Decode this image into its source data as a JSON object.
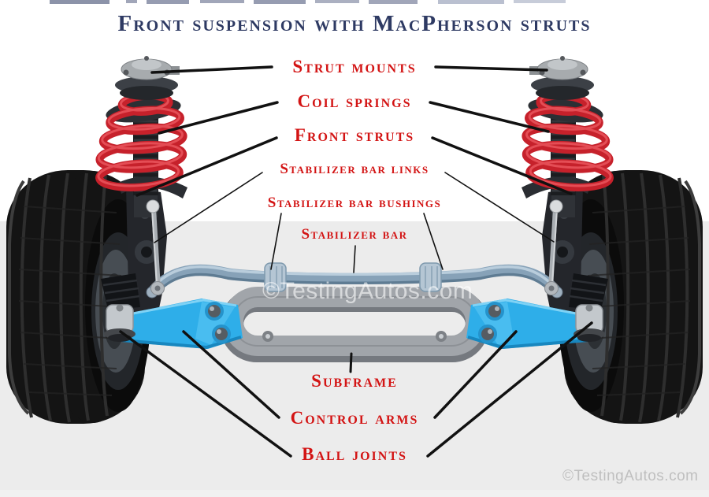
{
  "title": "Front suspension with MacPherson struts",
  "labels": {
    "strut_mounts": "Strut mounts",
    "coil_springs": "Coil springs",
    "front_struts": "Front struts",
    "stabilizer_bar_links": "Stabilizer bar links",
    "stabilizer_bar_bushings": "Stabilizer bar bushings",
    "stabilizer_bar": "Stabilizer bar",
    "subframe": "Subframe",
    "control_arms": "Control arms",
    "ball_joints": "Ball joints"
  },
  "watermarks": {
    "center": "©TestingAutos.com",
    "corner": "©TestingAutos.com"
  },
  "colors": {
    "label_red": "#d31414",
    "title_navy": "#2e3a63",
    "control_arm_blue": "#2eaee9",
    "coil_spring_red": "#c6212b",
    "subframe_gray": "#9ea2a7",
    "stabilizer_bar_steel": "#87a2b8",
    "background_gray": "#ececec",
    "leader_line_black": "#111111"
  }
}
